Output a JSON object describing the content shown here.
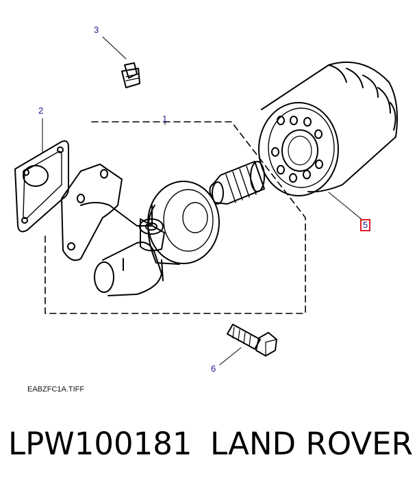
{
  "diagram": {
    "callouts": {
      "c1": "1",
      "c2": "2",
      "c3": "3",
      "c5": "5",
      "c6": "6"
    },
    "filename": "EABZFC1A.TIFF",
    "highlight_color": "#e0202a",
    "callout_color": "#1a1a8c"
  },
  "caption": {
    "part_number": "LPW100181",
    "brand": "LAND ROVER"
  }
}
